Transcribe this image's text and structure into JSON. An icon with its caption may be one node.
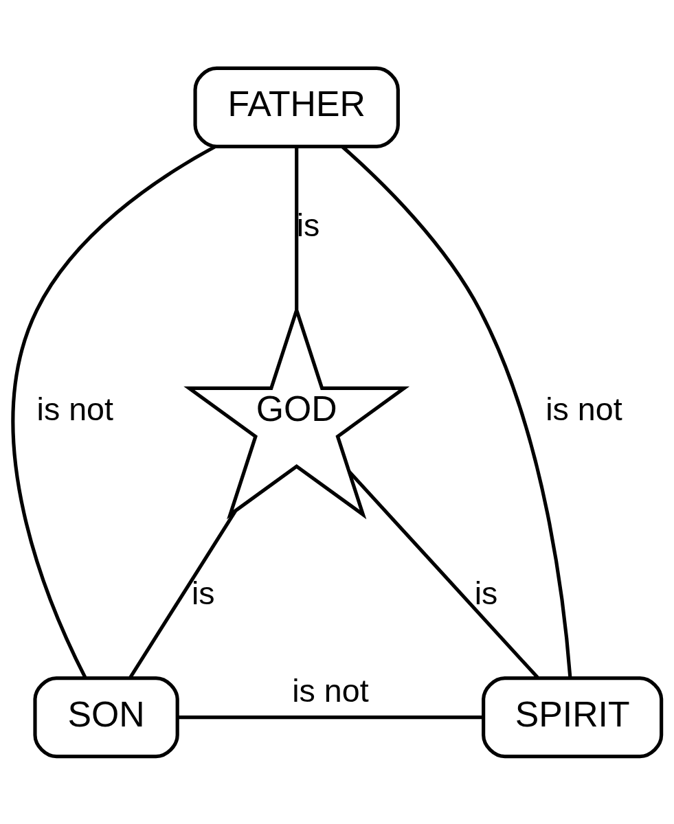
{
  "diagram": {
    "nodes": [
      {
        "text": [
          "FATHER"
        ]
      },
      {
        "text": [
          "GOD"
        ]
      },
      {
        "text": [
          "SON"
        ]
      },
      {
        "text": [
          "SPIRIT"
        ]
      }
    ],
    "edges": [
      {
        "from": 0,
        "to": 1,
        "arrow": "none",
        "label": "is"
      },
      {
        "from": 2,
        "to": 1,
        "arrow": "none",
        "label": "is"
      },
      {
        "from": 3,
        "to": 1,
        "arrow": "none",
        "label": "is"
      },
      {
        "from": 0,
        "to": 2,
        "arrow": "none",
        "label": "is not"
      },
      {
        "from": 0,
        "to": 3,
        "arrow": "none",
        "label": "is not"
      },
      {
        "from": 2,
        "to": 3,
        "arrow": "none",
        "label": "is not"
      }
    ]
  }
}
